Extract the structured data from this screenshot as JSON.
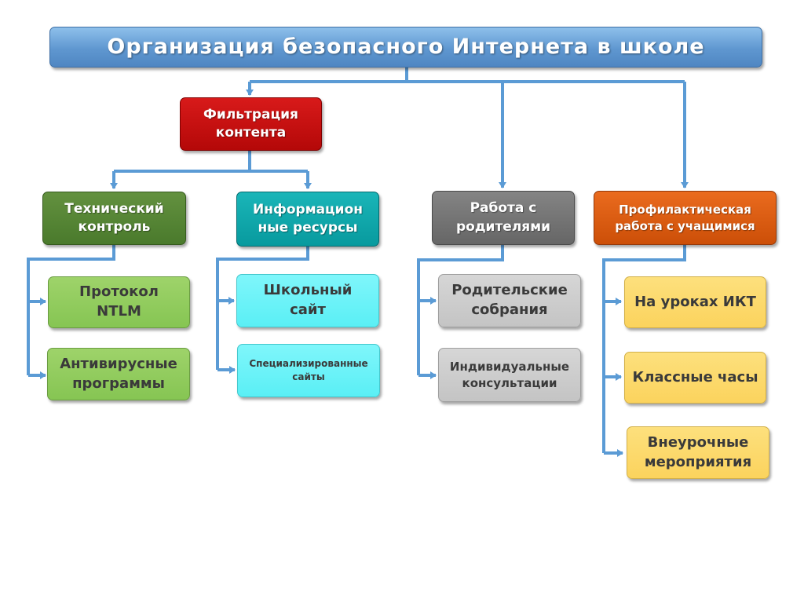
{
  "title": "Организация безопасного Интернета в школе",
  "filtering": {
    "lines": [
      "Фильтрация",
      "контента"
    ],
    "color": "#c00d0d"
  },
  "categories": [
    {
      "lines": [
        "Технический",
        "контроль"
      ],
      "color": "#557f35"
    },
    {
      "lines": [
        "Информацион",
        "ные ресурсы"
      ],
      "color": "#0ba4a8"
    },
    {
      "lines": [
        "Работа с",
        "родителями"
      ],
      "color": "#737373"
    },
    {
      "lines": [
        "Профилактическая",
        "работа  с учащимися"
      ],
      "color": "#d85a12"
    }
  ],
  "items": {
    "technical": [
      {
        "lines": [
          "Протокол",
          "NTLM"
        ]
      },
      {
        "lines": [
          "Антивирусные",
          "программы"
        ]
      }
    ],
    "info": [
      {
        "lines": [
          "Школьный",
          "сайт"
        ]
      },
      {
        "lines": [
          "Специализированные",
          "сайты"
        ]
      }
    ],
    "parents": [
      {
        "lines": [
          "Родительские",
          "собрания"
        ]
      },
      {
        "lines": [
          "Индивидуальные",
          "консультации"
        ]
      }
    ],
    "prevention": [
      {
        "lines": [
          "На уроках ИКТ"
        ]
      },
      {
        "lines": [
          "Классные часы"
        ]
      },
      {
        "lines": [
          "Внеурочные",
          "мероприятия"
        ]
      }
    ]
  },
  "connector_color": "#5b9bd5"
}
